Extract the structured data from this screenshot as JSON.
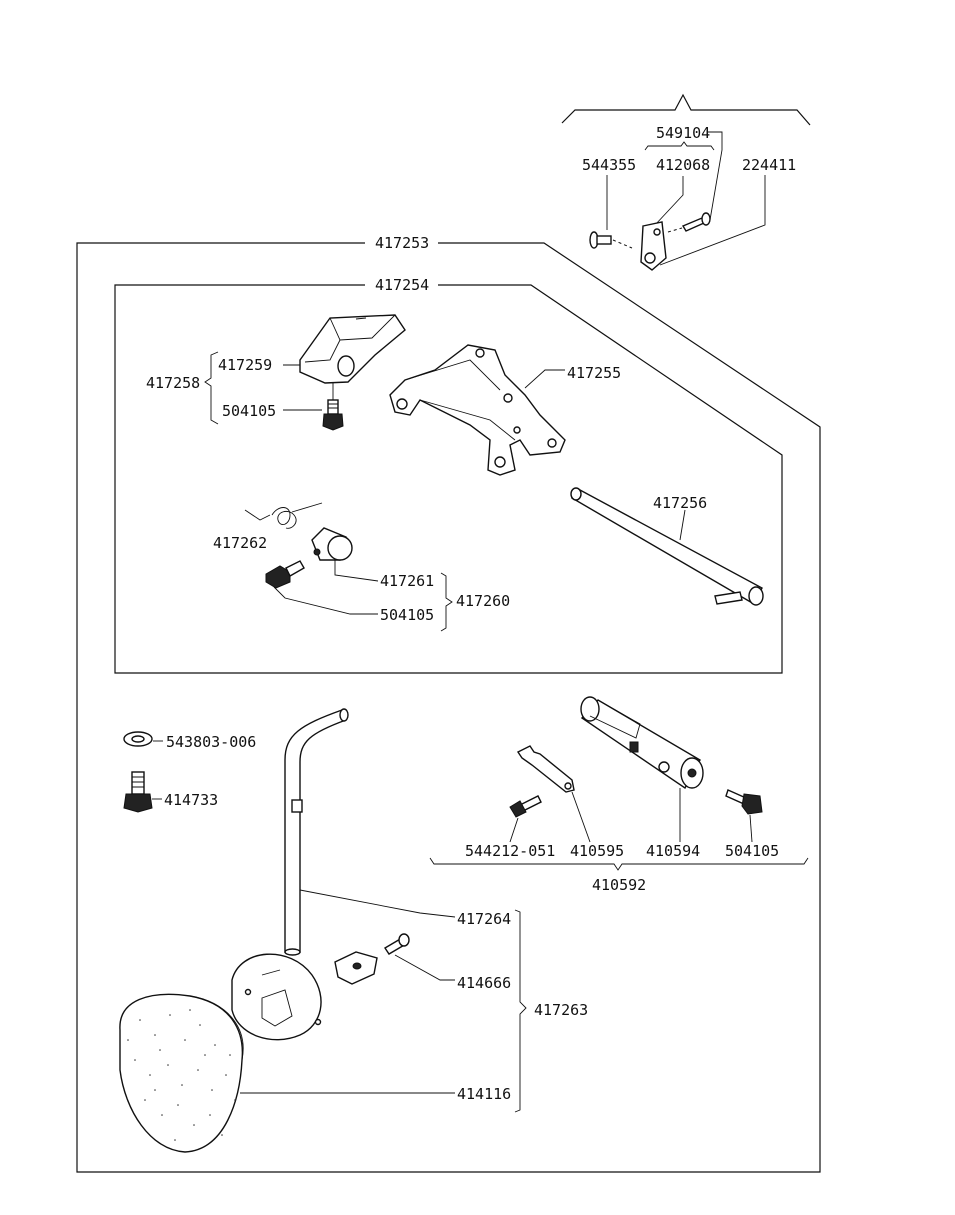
{
  "labels": {
    "p549104": "549104",
    "p544355": "544355",
    "p412068": "412068",
    "p224411": "224411",
    "p417253": "417253",
    "p417254": "417254",
    "p417259": "417259",
    "p417258": "417258",
    "p504105_a": "504105",
    "p417255": "417255",
    "p417256": "417256",
    "p417262": "417262",
    "p417261": "417261",
    "p417260": "417260",
    "p504105_b": "504105",
    "p543803": "543803-006",
    "p414733": "414733",
    "p544212": "544212-051",
    "p410595": "410595",
    "p410594": "410594",
    "p504105_c": "504105",
    "p410592": "410592",
    "p417264": "417264",
    "p414666": "414666",
    "p417263": "417263",
    "p414116": "414116"
  }
}
